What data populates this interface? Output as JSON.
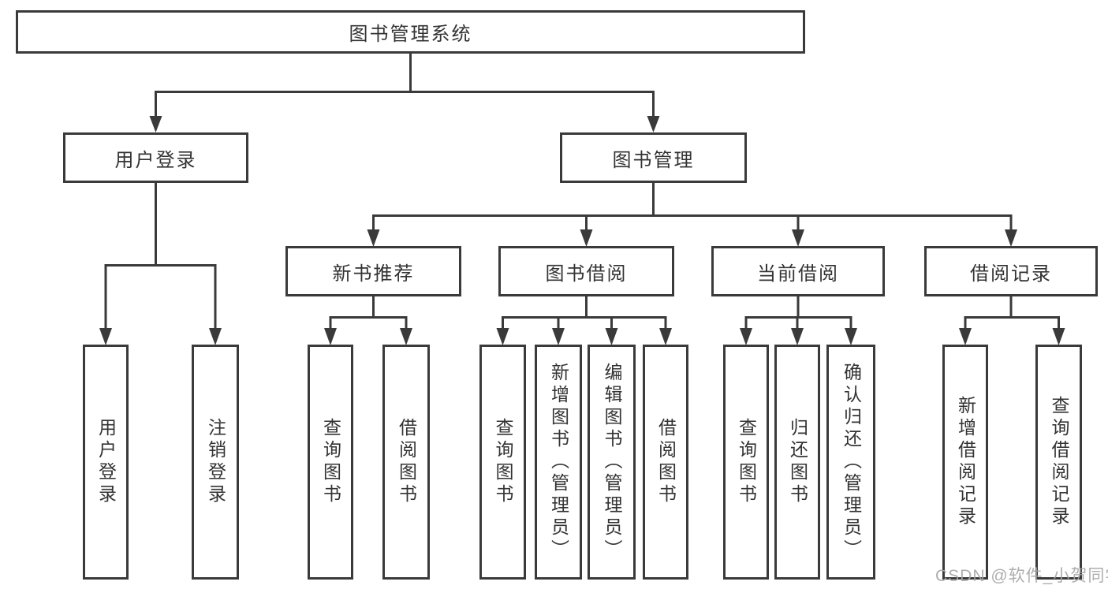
{
  "watermark": {
    "text": "CSDN @软件_小贺同学"
  },
  "colors": {
    "line": "#3a3a3a",
    "text": "#333333",
    "background": "#ffffff",
    "watermark": "#a5a5a5"
  },
  "tree": {
    "label": "图书管理系统",
    "children": [
      {
        "label": "用户登录",
        "children": [
          {
            "label": "用户登录"
          },
          {
            "label": "注销登录"
          }
        ]
      },
      {
        "label": "图书管理",
        "children": [
          {
            "label": "新书推荐",
            "children": [
              {
                "label": "查询图书"
              },
              {
                "label": "借阅图书"
              }
            ]
          },
          {
            "label": "图书借阅",
            "children": [
              {
                "label": "查询图书"
              },
              {
                "label": "新增图书（管理员）"
              },
              {
                "label": "编辑图书（管理员）"
              },
              {
                "label": "借阅图书"
              }
            ]
          },
          {
            "label": "当前借阅",
            "children": [
              {
                "label": "查询图书"
              },
              {
                "label": "归还图书"
              },
              {
                "label": "确认归还（管理员）"
              }
            ]
          },
          {
            "label": "借阅记录",
            "children": [
              {
                "label": "新增借阅记录"
              },
              {
                "label": "查询借阅记录"
              }
            ]
          }
        ]
      }
    ]
  }
}
